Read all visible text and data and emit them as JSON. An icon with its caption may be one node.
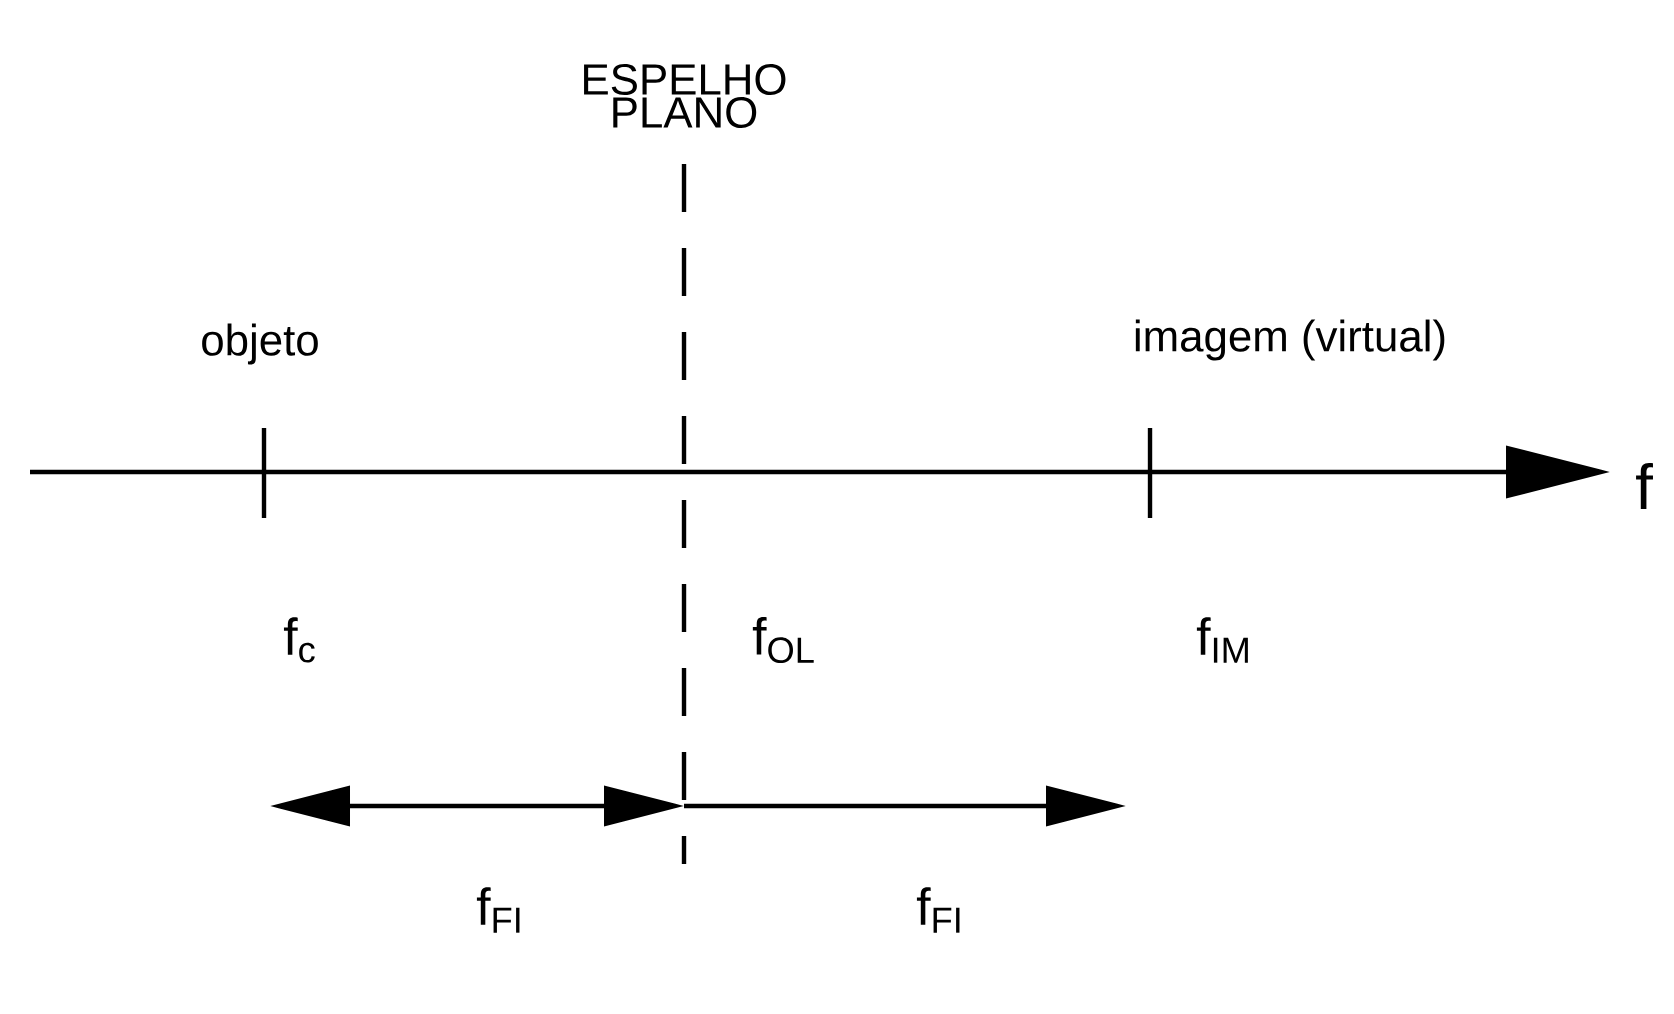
{
  "diagram": {
    "labels": [
      "ESPELHO PLANO",
      "objeto",
      "imagem (virtual)",
      "f",
      "f$_{c}$",
      "f$_{OL}$",
      "f$_{IM}$",
      "f$_{FI}$",
      "f$_{FI}$"
    ]
  }
}
